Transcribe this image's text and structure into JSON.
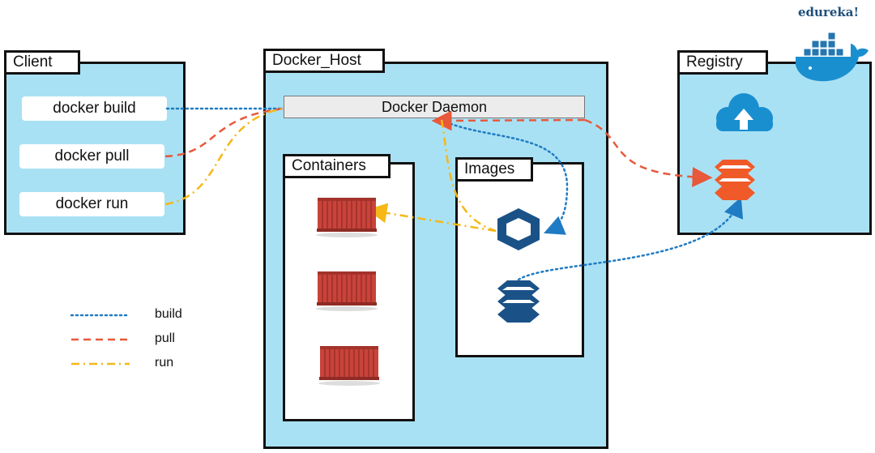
{
  "brand": "edureka!",
  "client": {
    "title": "Client",
    "commands": [
      "docker build",
      "docker pull",
      "docker run"
    ]
  },
  "host": {
    "title": "Docker_Host",
    "daemon": "Docker Daemon",
    "containers_title": "Containers",
    "images_title": "Images"
  },
  "registry": {
    "title": "Registry"
  },
  "legend": [
    {
      "label": "build",
      "color": "#1f7bc4",
      "style": "dotted"
    },
    {
      "label": "pull",
      "color": "#e8583a",
      "style": "dashed"
    },
    {
      "label": "run",
      "color": "#f5b818",
      "style": "dashdot"
    }
  ],
  "colors": {
    "panel": "#a9e1f4",
    "build": "#1f7bc4",
    "pull": "#e8583a",
    "run": "#f5b818",
    "image_icon": "#1a5288",
    "registry_icon": "#f05a28",
    "container": "#c9433a"
  }
}
